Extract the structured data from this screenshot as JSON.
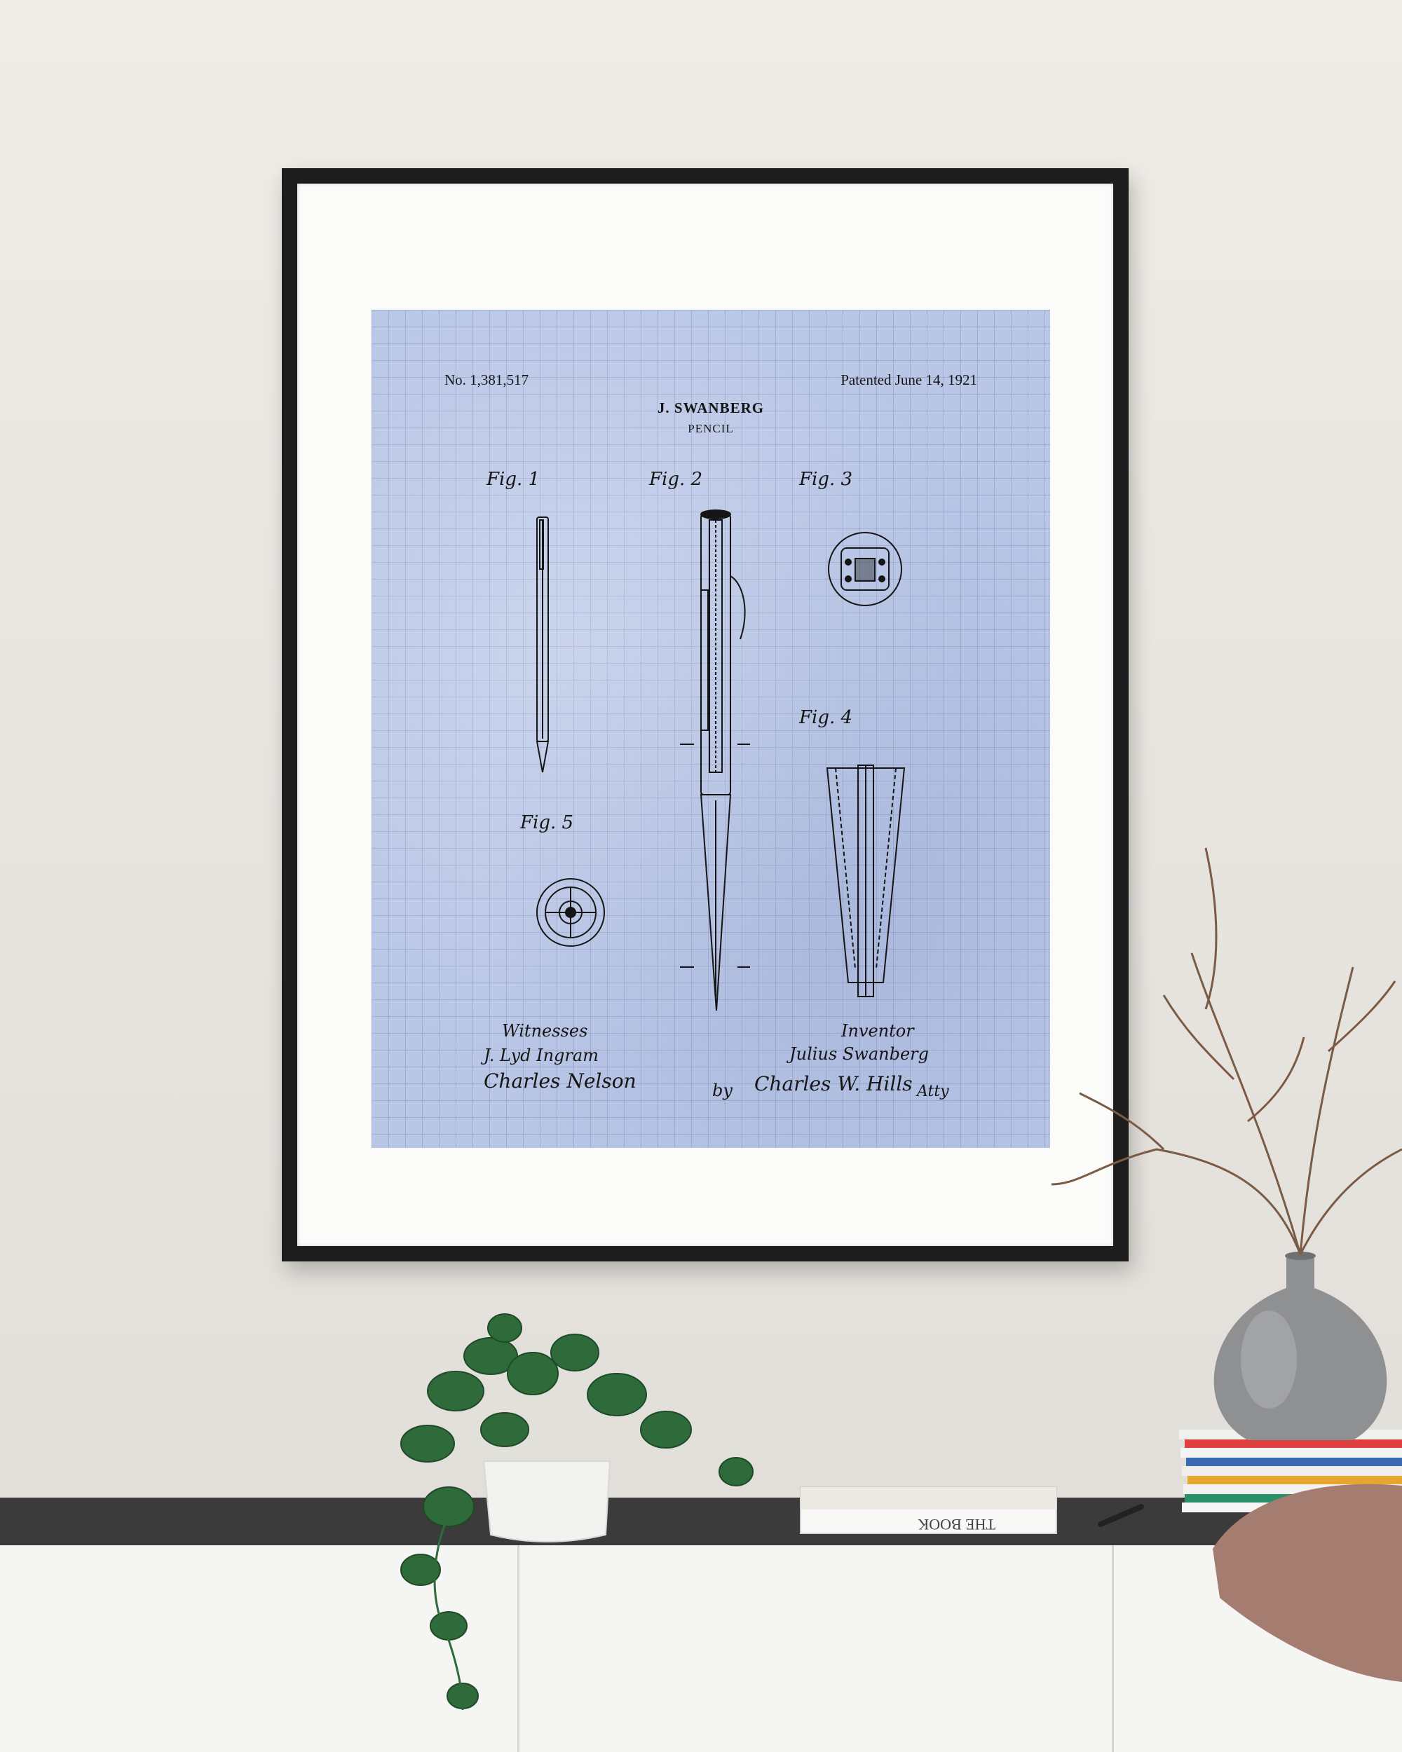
{
  "poster": {
    "patent_number": "No. 1,381,517",
    "patent_date": "Patented June 14, 1921",
    "inventor_name": "J. SWANBERG",
    "invention": "PENCIL",
    "figure_labels": [
      "Fig. 1",
      "Fig. 2",
      "Fig. 3",
      "Fig. 4",
      "Fig. 5"
    ],
    "witnesses_label": "Witnesses",
    "witness_1": "J. Lyd Ingram",
    "witness_2": "Charles Nelson",
    "inventor_label": "Inventor",
    "inventor_signature": "Julius Swanberg",
    "by_label": "by",
    "attorney_signature": "Charles W. Hills",
    "attorney_label": "Atty"
  },
  "book": {
    "title": "THE BOOK"
  },
  "colors": {
    "wall": "#e9e6e1",
    "frame": "#1d1d1d",
    "mat": "#fbfbfa",
    "print": "#b9c6e6",
    "sideboard": "#f5f5f4",
    "sideboard_top": "#3b3b3c",
    "plant_leaf": "#2f6b3a",
    "vase": "#8f9092"
  }
}
